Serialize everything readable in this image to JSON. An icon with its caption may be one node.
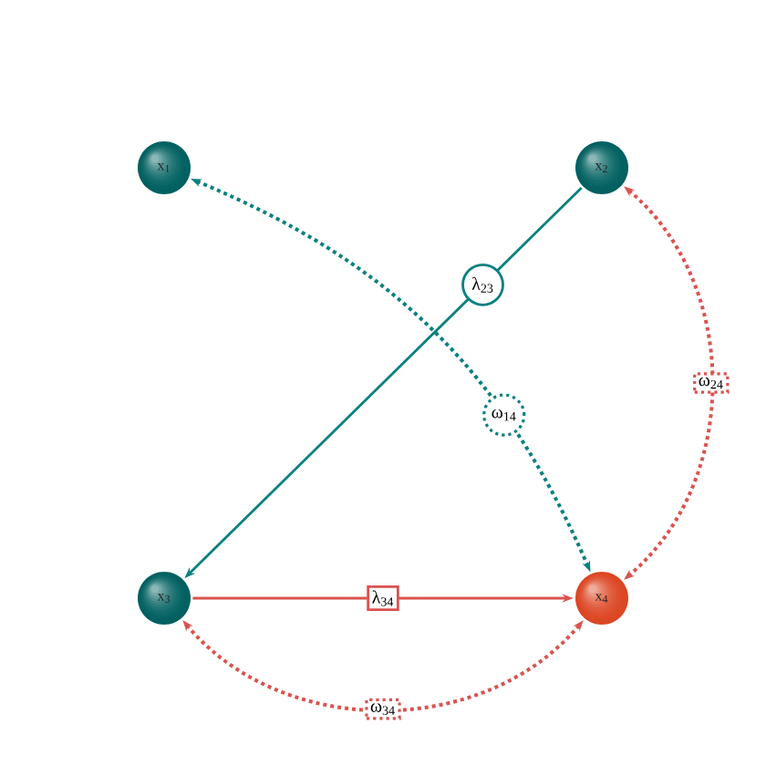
{
  "diagram": {
    "nodes": [
      {
        "text": [
          "x$_{1}$"
        ]
      },
      {
        "text": [
          "x$_{2}$"
        ]
      },
      {
        "text": [
          "x$_{3}$"
        ]
      },
      {
        "text": [
          "x$_{4}$"
        ]
      }
    ],
    "edges": [
      {
        "from": 1,
        "to": 2,
        "arrow": "to",
        "label": "λ$_{23}$",
        "color": "#0a8080"
      },
      {
        "from": 0,
        "to": 3,
        "arrow": "both",
        "label": "ω$_{14}$",
        "style": "dashed",
        "color": "#0a8080"
      },
      {
        "from": 1,
        "to": 3,
        "arrow": "both",
        "label": "ω$_{24}$",
        "style": "dashed"
      },
      {
        "from": 2,
        "to": 3,
        "arrow": "to",
        "label": "λ$_{34}$"
      },
      {
        "from": 2,
        "to": 3,
        "arrow": "both",
        "label": "ω$_{34}$",
        "style": "dashed"
      }
    ]
  }
}
